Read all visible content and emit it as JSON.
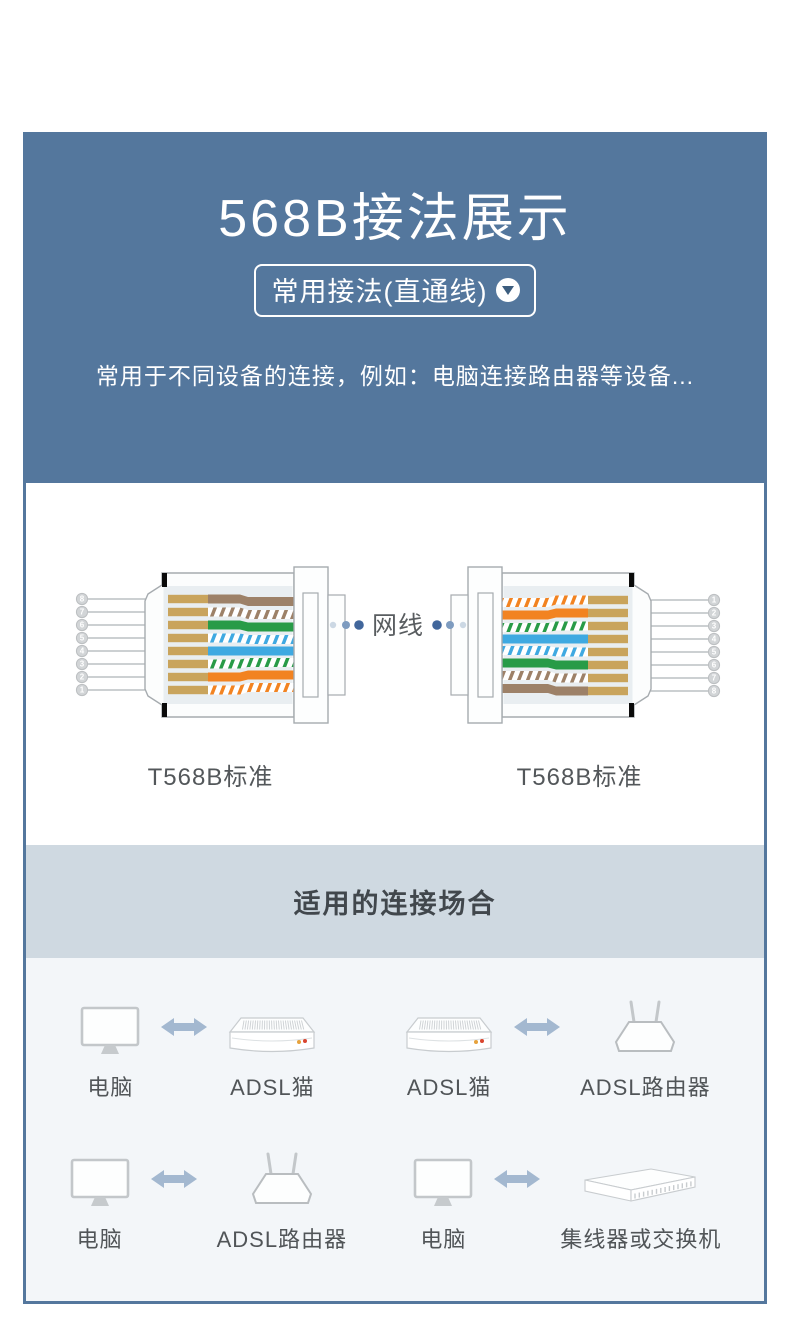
{
  "header": {
    "title": "568B接法展示",
    "badge": "常用接法(直通线)",
    "description": "常用于不同设备的连接，例如：电脑连接路由器等设备..."
  },
  "diagram": {
    "center_label": "网线",
    "left_caption": "T568B标准",
    "right_caption": "T568B标准",
    "pin_numbers_left_top_to_bottom": [
      "8",
      "7",
      "6",
      "5",
      "4",
      "3",
      "2",
      "1"
    ],
    "pin_numbers_right_top_to_bottom": [
      "1",
      "2",
      "3",
      "4",
      "5",
      "6",
      "7",
      "8"
    ],
    "wires_left_top_to_bottom": [
      {
        "pin": "8",
        "color_name": "brown",
        "style": "solid",
        "hex": "#9d8168"
      },
      {
        "pin": "7",
        "color_name": "white-brown",
        "style": "striped",
        "hex": "#9d8168"
      },
      {
        "pin": "6",
        "color_name": "green",
        "style": "solid",
        "hex": "#289b47"
      },
      {
        "pin": "5",
        "color_name": "white-blue",
        "style": "striped",
        "hex": "#3fa9e1"
      },
      {
        "pin": "4",
        "color_name": "blue",
        "style": "solid",
        "hex": "#3fa9e1"
      },
      {
        "pin": "3",
        "color_name": "white-green",
        "style": "striped",
        "hex": "#289b47"
      },
      {
        "pin": "2",
        "color_name": "orange",
        "style": "solid",
        "hex": "#f28321"
      },
      {
        "pin": "1",
        "color_name": "white-orange",
        "style": "striped",
        "hex": "#f28321"
      }
    ],
    "contact_hex": "#c9a45c",
    "dot_colors": [
      "#ccd8e4",
      "#7e9cc0",
      "#41669b"
    ]
  },
  "section": {
    "title": "适用的连接场合"
  },
  "scenarios": [
    {
      "a": {
        "icon": "computer",
        "label": "电脑"
      },
      "b": {
        "icon": "modem",
        "label": "ADSL猫"
      }
    },
    {
      "a": {
        "icon": "modem",
        "label": "ADSL猫"
      },
      "b": {
        "icon": "router",
        "label": "ADSL路由器"
      }
    },
    {
      "a": {
        "icon": "computer",
        "label": "电脑"
      },
      "b": {
        "icon": "router",
        "label": "ADSL路由器"
      }
    },
    {
      "a": {
        "icon": "computer",
        "label": "电脑"
      },
      "b": {
        "icon": "switch",
        "label": "集线器或交换机"
      }
    }
  ],
  "colors": {
    "theme_blue": "#54779d",
    "band_bg": "#cfd9e1",
    "panel_bg": "#f3f6f9",
    "arrow": "#a3b8d0",
    "icon_stroke": "#c3c7ca",
    "led_amber": "#e6a23c",
    "led_red": "#d9452f"
  }
}
